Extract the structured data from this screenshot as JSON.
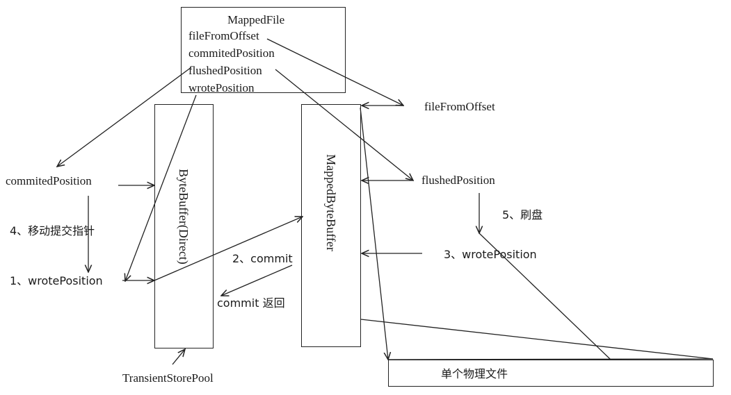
{
  "mapped_file": {
    "title": "MappedFile",
    "fields": [
      "fileFromOffset",
      "commitedPosition",
      "flushedPosition",
      "wrotePosition"
    ]
  },
  "byte_buffer_label": "ByteBuffer(Direct)",
  "mapped_byte_buffer_label": "MappedByteBuffer",
  "physical_file_label": "单个物理文件",
  "transient_store_pool_label": "TransientStorePool",
  "labels": {
    "commited_position_left": "commitedPosition",
    "move_commit_pointer": "4、移动提交指针",
    "wrote_position_left": "1、wrotePosition",
    "commit": "2、commit",
    "commit_return": "commit 返回",
    "file_from_offset_right": "fileFromOffset",
    "flushed_position_right": "flushedPosition",
    "flush_disk": "5、刷盘",
    "wrote_position_right": "3、wrotePosition"
  }
}
